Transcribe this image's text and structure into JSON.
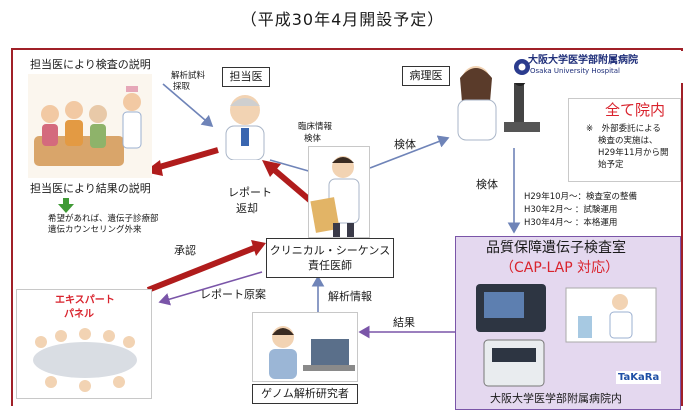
{
  "title": "（平成30年4月開設予定）",
  "left": {
    "explain_top": "担当医により検査の説明",
    "explain_result": "担当医により結果の説明",
    "genetic_note_1": "希望があれば、遺伝子診療部",
    "genetic_note_2": "遺伝カウンセリング外来"
  },
  "labels": {
    "analysis_sample_1": "解析試料",
    "analysis_sample_2": "採取",
    "attending": "担当医",
    "pathologist": "病理医",
    "clinical_info_1": "臨床情報",
    "clinical_info_2": "検体",
    "specimen_right": "検体",
    "specimen_down": "検体",
    "report_return_1": "レポート",
    "report_return_2": "返却",
    "approval": "承認",
    "report_draft": "レポート原案",
    "analysis_info": "解析情報",
    "result": "結果",
    "clinical_seq_1": "クリニカル・シーケンス",
    "clinical_seq_2": "責任医師",
    "genome": "ゲノム解析研究者",
    "expert_1": "エキスパート",
    "expert_2": "パネル"
  },
  "hospital": {
    "name_jp": "大阪大学医学部附属病院",
    "name_en": "Osaka University Hospital"
  },
  "note": {
    "heading": "全て院内",
    "line1": "※　外部委託による",
    "line2": "検査の実施は、",
    "line3": "H29年11月から開",
    "line4": "始予定"
  },
  "schedule": {
    "line1": "H29年10月～：検査室の整備",
    "line2": "H30年2月～ ：試験運用",
    "line3": "H30年4月～ ：本格運用"
  },
  "lab": {
    "title": "品質保障遺伝子検査室",
    "subtitle": "（CAP-LAP 対応）",
    "footer": "大阪大学医学部附属病院内",
    "brand": "TaKaRa"
  },
  "colors": {
    "frame": "#a02028",
    "red_arrow": "#b01c1c",
    "blue_arrow": "#6f84b8",
    "purple_arrow": "#7a55a8",
    "green_arrow": "#3f9a35",
    "lab_bg": "#e4d8ef"
  }
}
